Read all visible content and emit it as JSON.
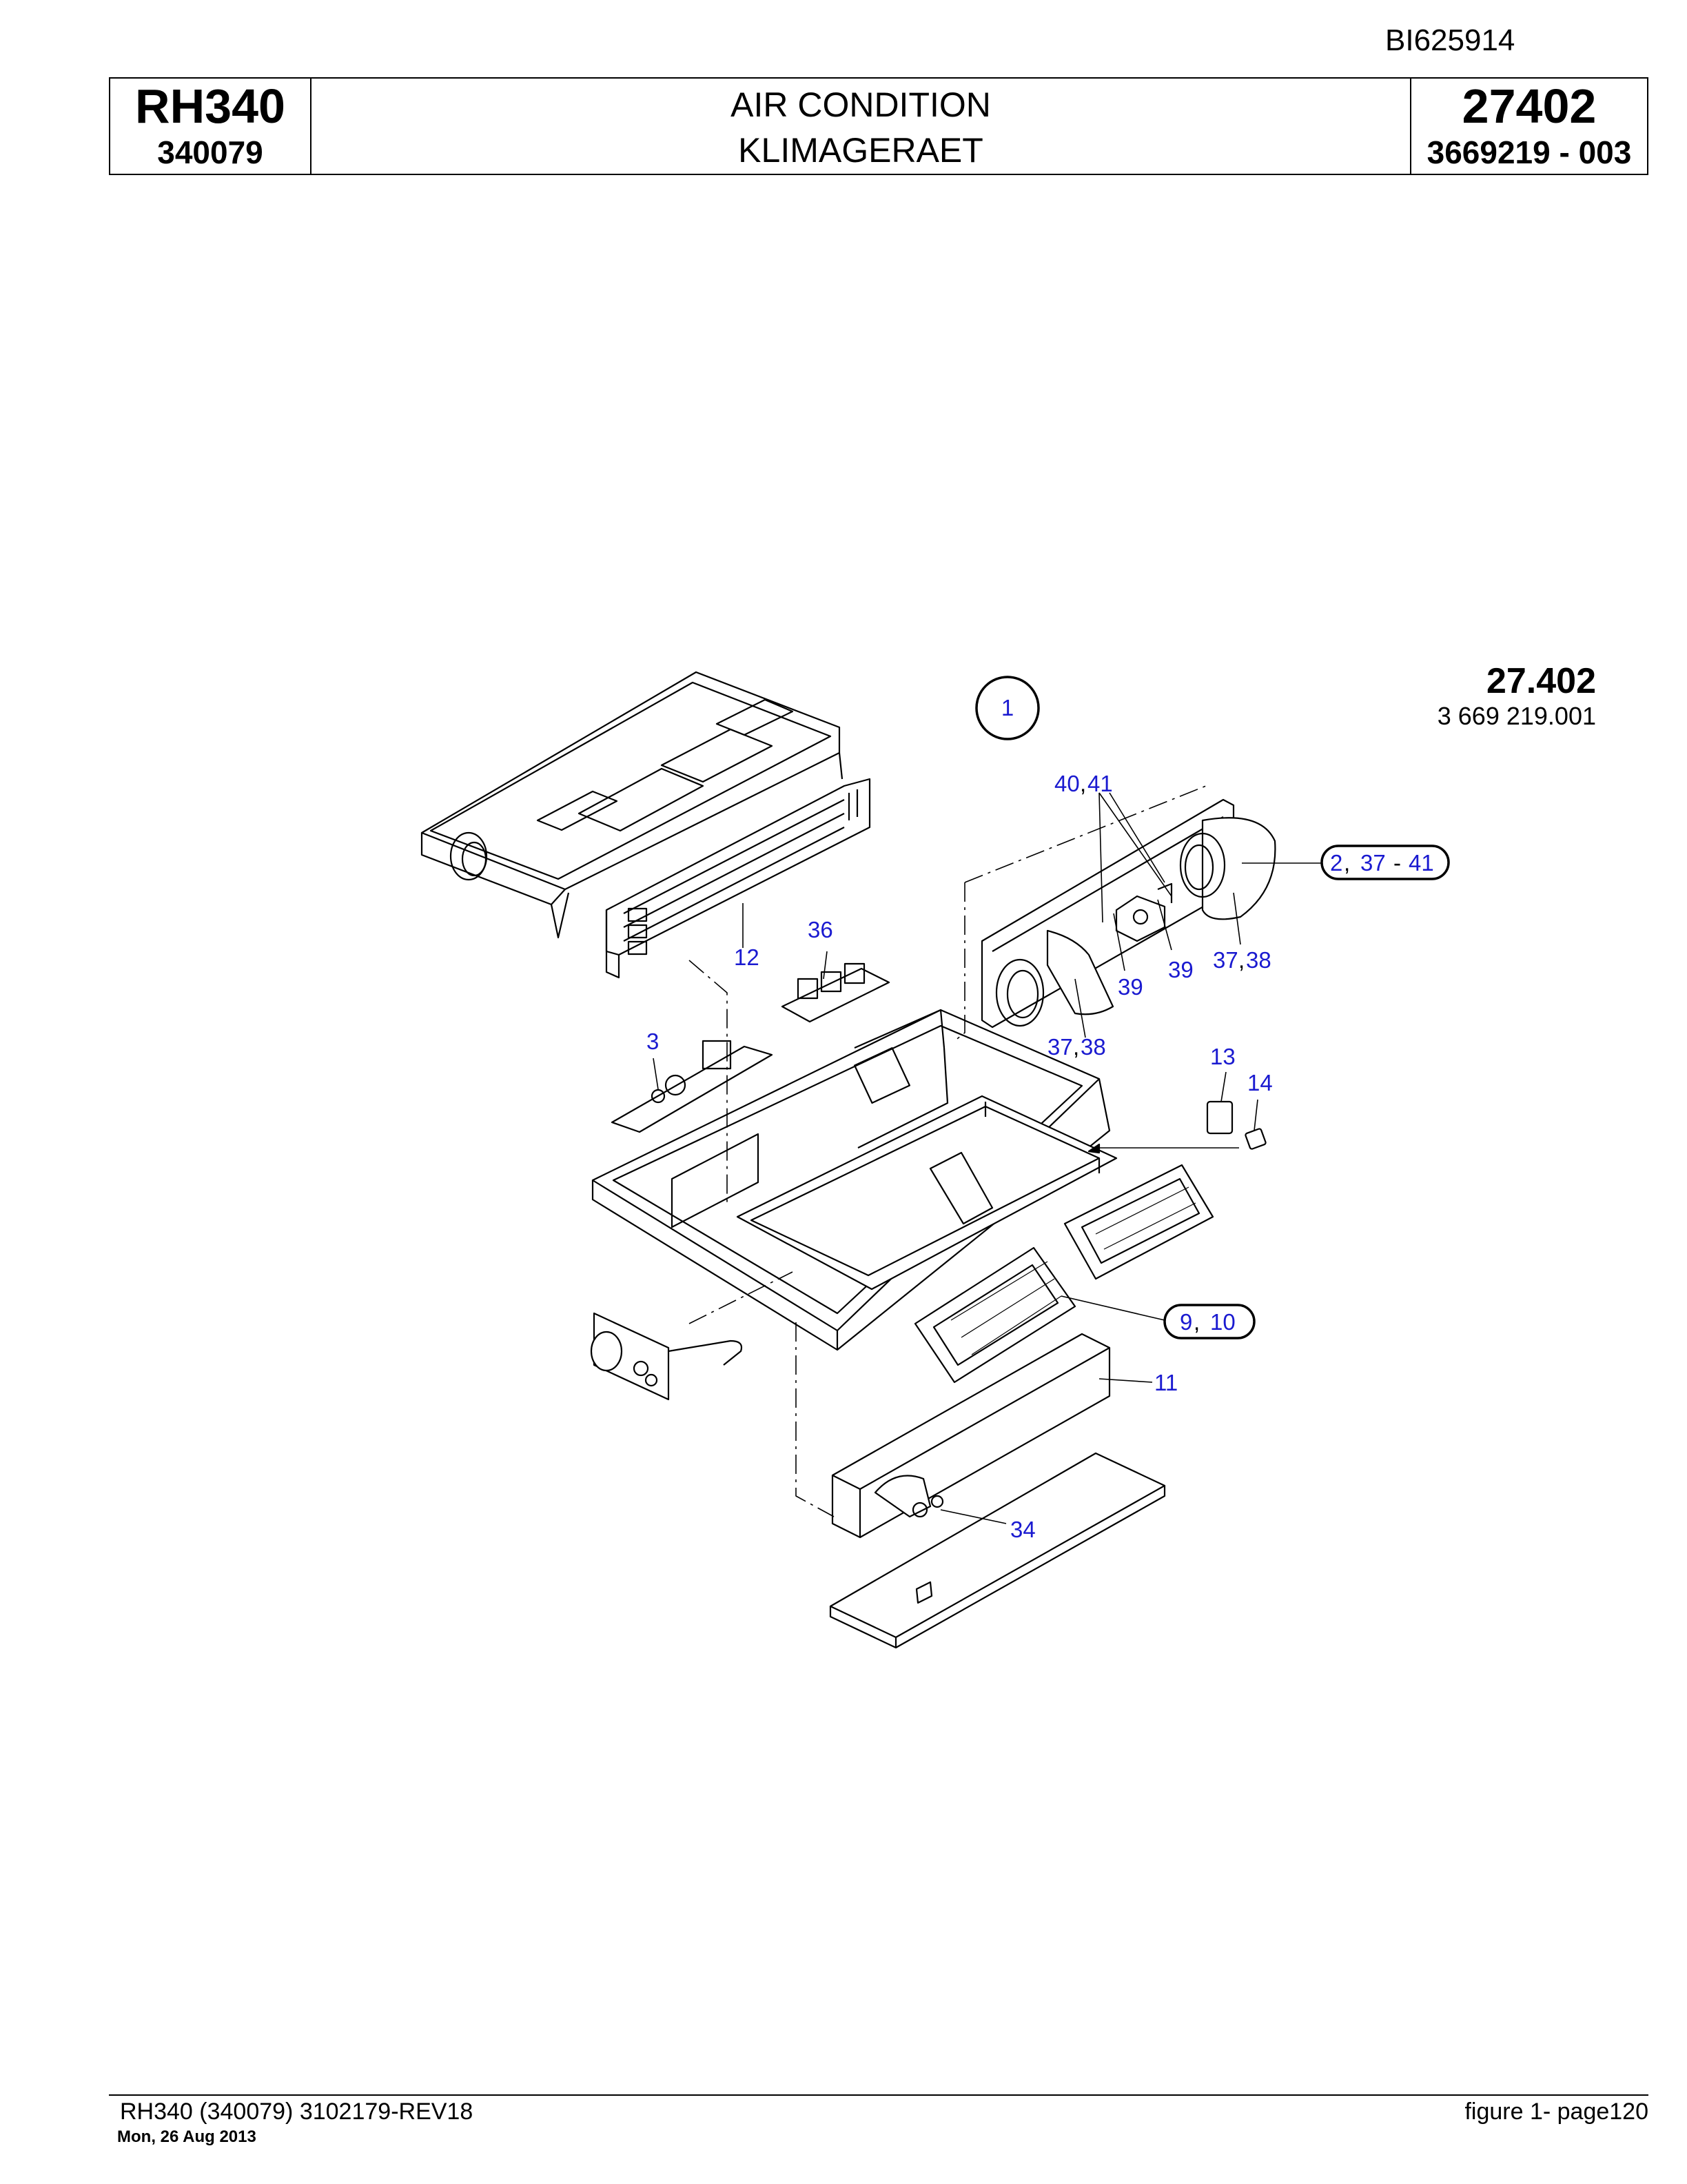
{
  "doc_id": "BI625914",
  "header": {
    "model": "RH340",
    "serial": "340079",
    "title_en": "AIR CONDITION",
    "title_de": "KLIMAGERAET",
    "section": "27402",
    "part_number": "3669219  - 003"
  },
  "figure": {
    "number": "27.402",
    "part_number": "3 669 219.001",
    "callouts": {
      "c1": "1",
      "c2": "2",
      "c3": "3",
      "c9": "9",
      "c10": "10",
      "c11": "11",
      "c12": "12",
      "c13": "13",
      "c14": "14",
      "c34": "34",
      "c36": "36",
      "c37a": "37",
      "c38a": "38",
      "c37b": "37",
      "c38b": "38",
      "c37c": "37",
      "c39a": "39",
      "c39b": "39",
      "c40": "40",
      "c41a": "41",
      "c41b": "41"
    }
  },
  "footer": {
    "left": "RH340 (340079) 3102179-REV18",
    "date": "Mon, 26 Aug 2013",
    "right": "figure  1- page120"
  }
}
